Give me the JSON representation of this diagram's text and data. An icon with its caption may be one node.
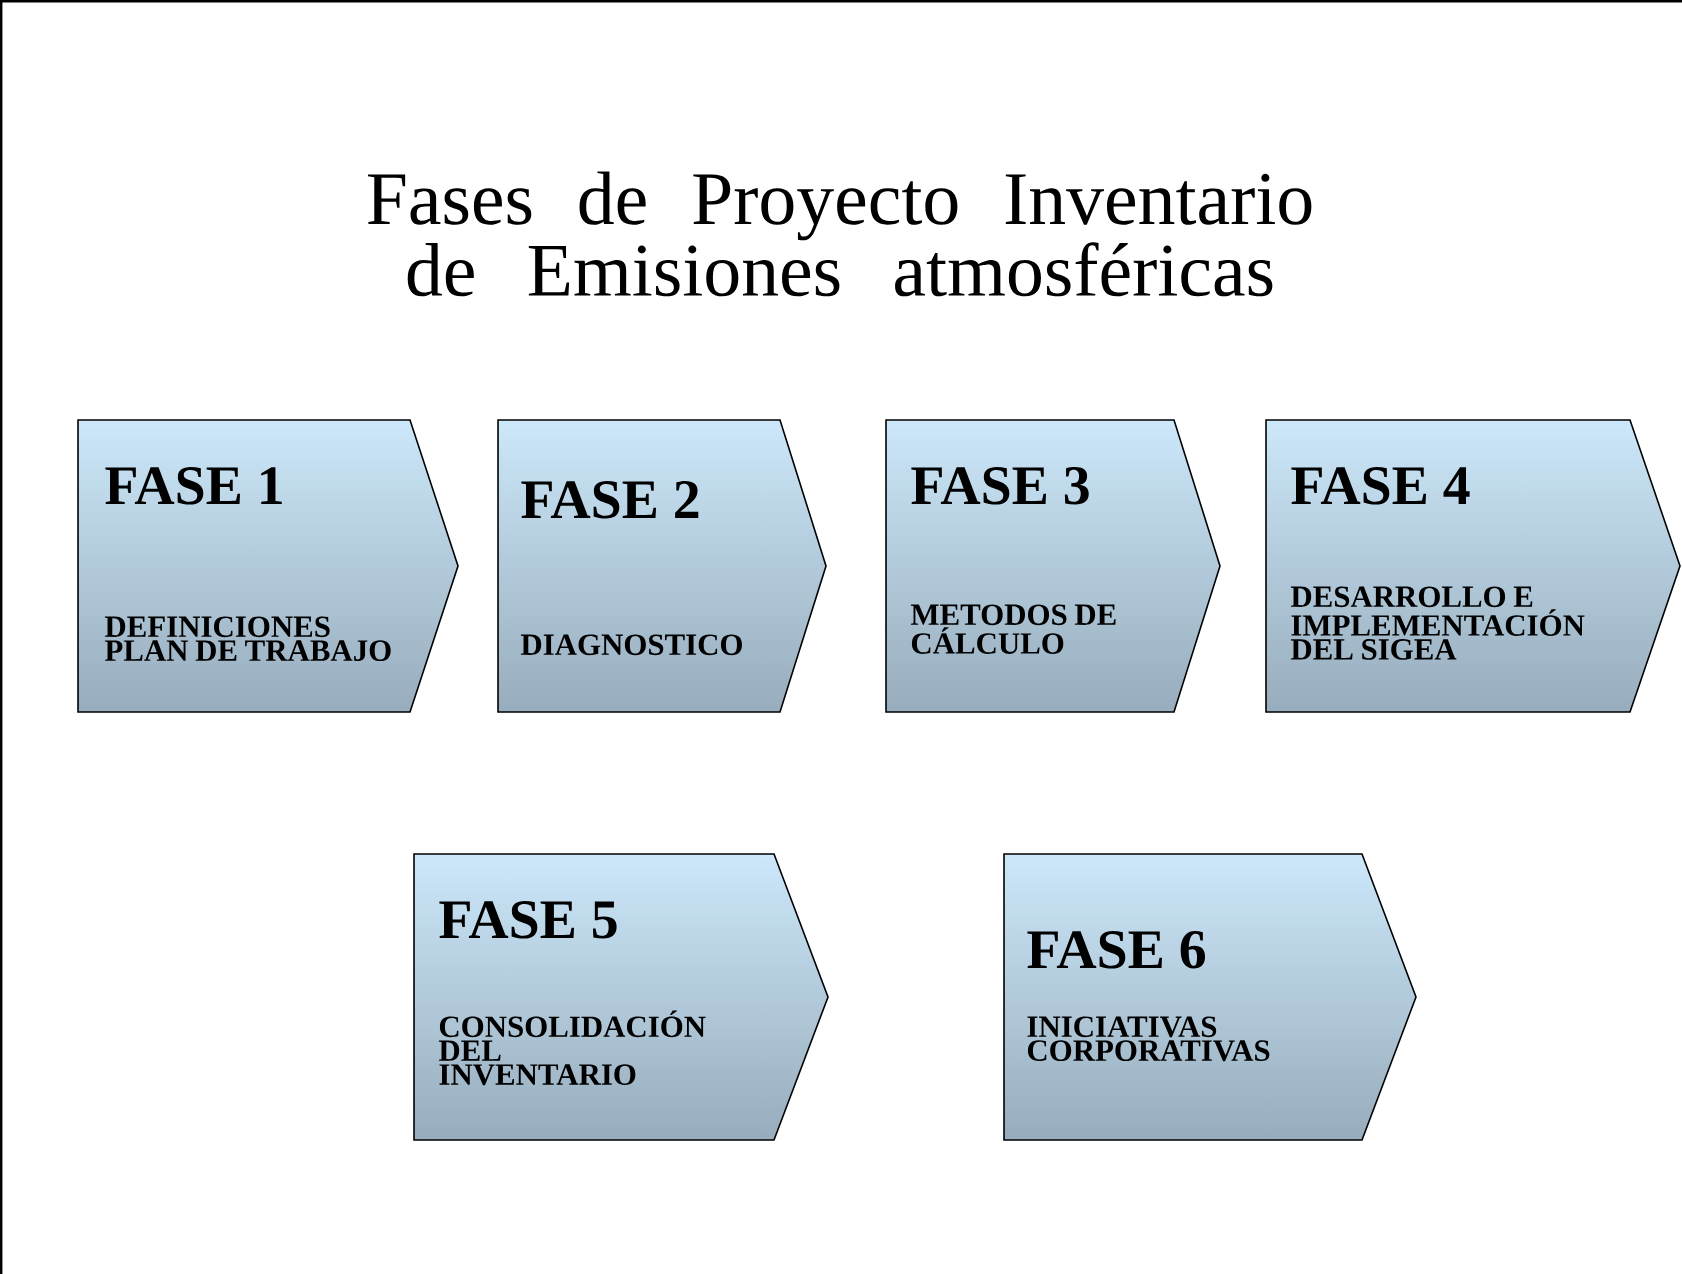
{
  "diagram": {
    "title": "Fases de Proyecto Inventario de Emisiones atmosféricas",
    "nodes": [
      {
        "text": [
          "FASE 1",
          "DEFINICIONES PLAN DE TRABAJO"
        ]
      },
      {
        "text": [
          "FASE 2",
          "DIAGNOSTICO"
        ]
      },
      {
        "text": [
          "FASE 3",
          "METODOS DE CÁLCULO"
        ]
      },
      {
        "text": [
          "FASE 4",
          "DESARROLLO E IMPLEMENTACIÓN DEL SIGEA"
        ]
      },
      {
        "text": [
          "FASE 5",
          "CONSOLIDACIÓN DEL INVENTARIO"
        ]
      },
      {
        "text": [
          "FASE 6",
          "INICIATIVAS CORPORATIVAS"
        ]
      }
    ]
  }
}
